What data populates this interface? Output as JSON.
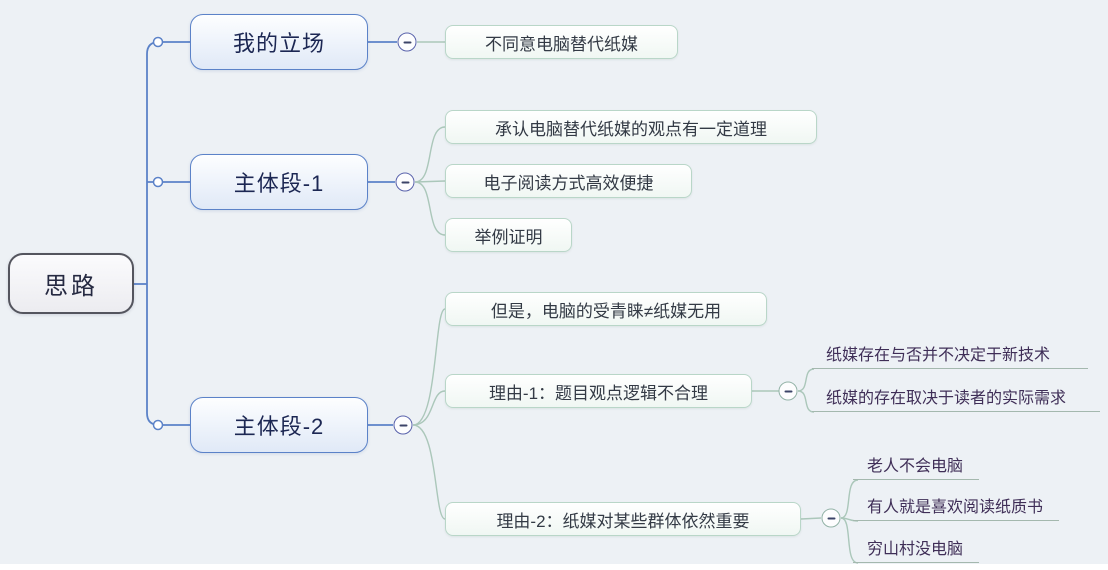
{
  "root": {
    "label": "思路"
  },
  "branches": [
    {
      "label": "我的立场",
      "children": [
        {
          "label": "不同意电脑替代纸媒"
        }
      ]
    },
    {
      "label": "主体段-1",
      "children": [
        {
          "label": "承认电脑替代纸媒的观点有一定道理"
        },
        {
          "label": "电子阅读方式高效便捷"
        },
        {
          "label": "举例证明"
        }
      ]
    },
    {
      "label": "主体段-2",
      "children": [
        {
          "label": "但是，电脑的受青睐≠纸媒无用"
        },
        {
          "label": "理由-1：题目观点逻辑不合理",
          "children": [
            {
              "label": "纸媒存在与否并不决定于新技术"
            },
            {
              "label": "纸媒的存在取决于读者的实际需求"
            }
          ]
        },
        {
          "label": "理由-2：纸媒对某些群体依然重要",
          "children": [
            {
              "label": "老人不会电脑"
            },
            {
              "label": "有人就是喜欢阅读纸质书"
            },
            {
              "label": "穷山村没电脑"
            }
          ]
        }
      ]
    }
  ],
  "icons": {
    "collapse_button": "minus-icon",
    "branch_joint": "dot-icon"
  },
  "colors": {
    "background": "#edf1f5",
    "branch_line": "#5b82c8",
    "child_line": "#abc7ba",
    "root_border": "#54555e",
    "branch_border": "#5b82c8",
    "child_border": "#b9d6c8",
    "branch_text": "#1c2753",
    "child_text": "#333a45",
    "leaf_text": "#3f2e57",
    "underline": "#a4b8ae"
  }
}
